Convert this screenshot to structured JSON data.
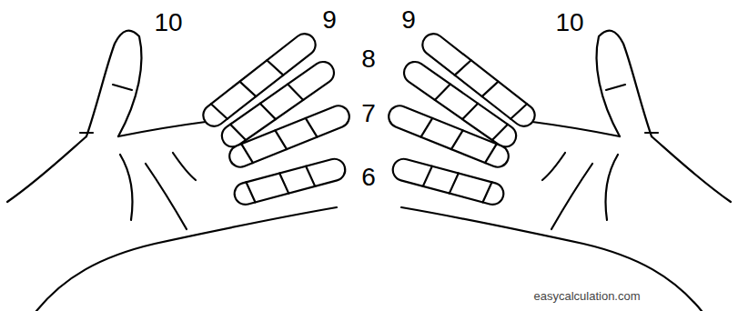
{
  "diagram": {
    "labels": [
      "10",
      "9",
      "9",
      "10",
      "8",
      "7",
      "6",
      "easycalculation.com"
    ]
  }
}
